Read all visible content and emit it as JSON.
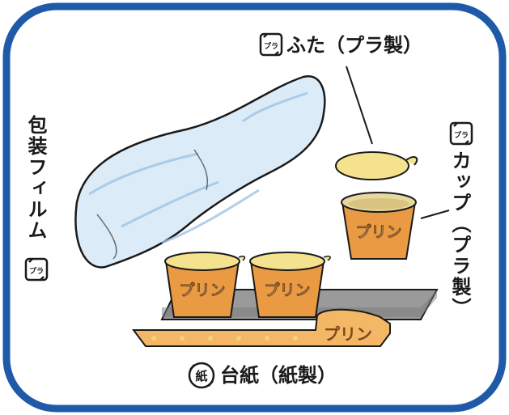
{
  "labels": {
    "lid": "ふた（プラ製）",
    "cup": "カップ（プラ製）",
    "film": "包装フィルム",
    "base": "台紙（紙製）"
  },
  "marks": {
    "plastic": "プラ",
    "paper": "紙"
  },
  "product": {
    "name": "プリン"
  },
  "colors": {
    "frame": "#1e5aa8",
    "cup": "#e8963c",
    "pudding": "#f3e08a",
    "film": "#cfe3f5",
    "tray": "#8a8a8a",
    "base": "#f0b060"
  }
}
